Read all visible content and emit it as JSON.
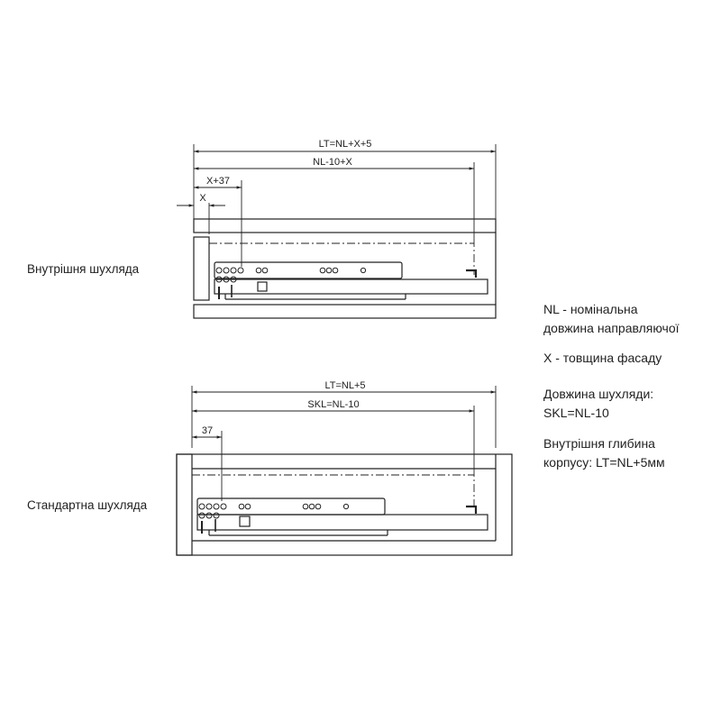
{
  "top_diagram": {
    "label": "Внутрішня шухляда",
    "dim_total": "LT=NL+X+5",
    "dim_slide": "NL-10+X",
    "dim_offset": "X+37",
    "dim_front": "X"
  },
  "bottom_diagram": {
    "label": "Стандартна шухляда",
    "dim_total": "LT=NL+5",
    "dim_slide": "SKL=NL-10",
    "dim_offset": "37"
  },
  "legend": {
    "nl_line1": "NL - номінальна",
    "nl_line2": "довжина направляючої",
    "x_line": "X - товщина фасаду",
    "drawer_line1": "Довжина шухляди:",
    "drawer_line2": "SKL=NL-10",
    "depth_line1": "Внутрішня глибина",
    "depth_line2": "корпусу: LT=NL+5мм"
  }
}
